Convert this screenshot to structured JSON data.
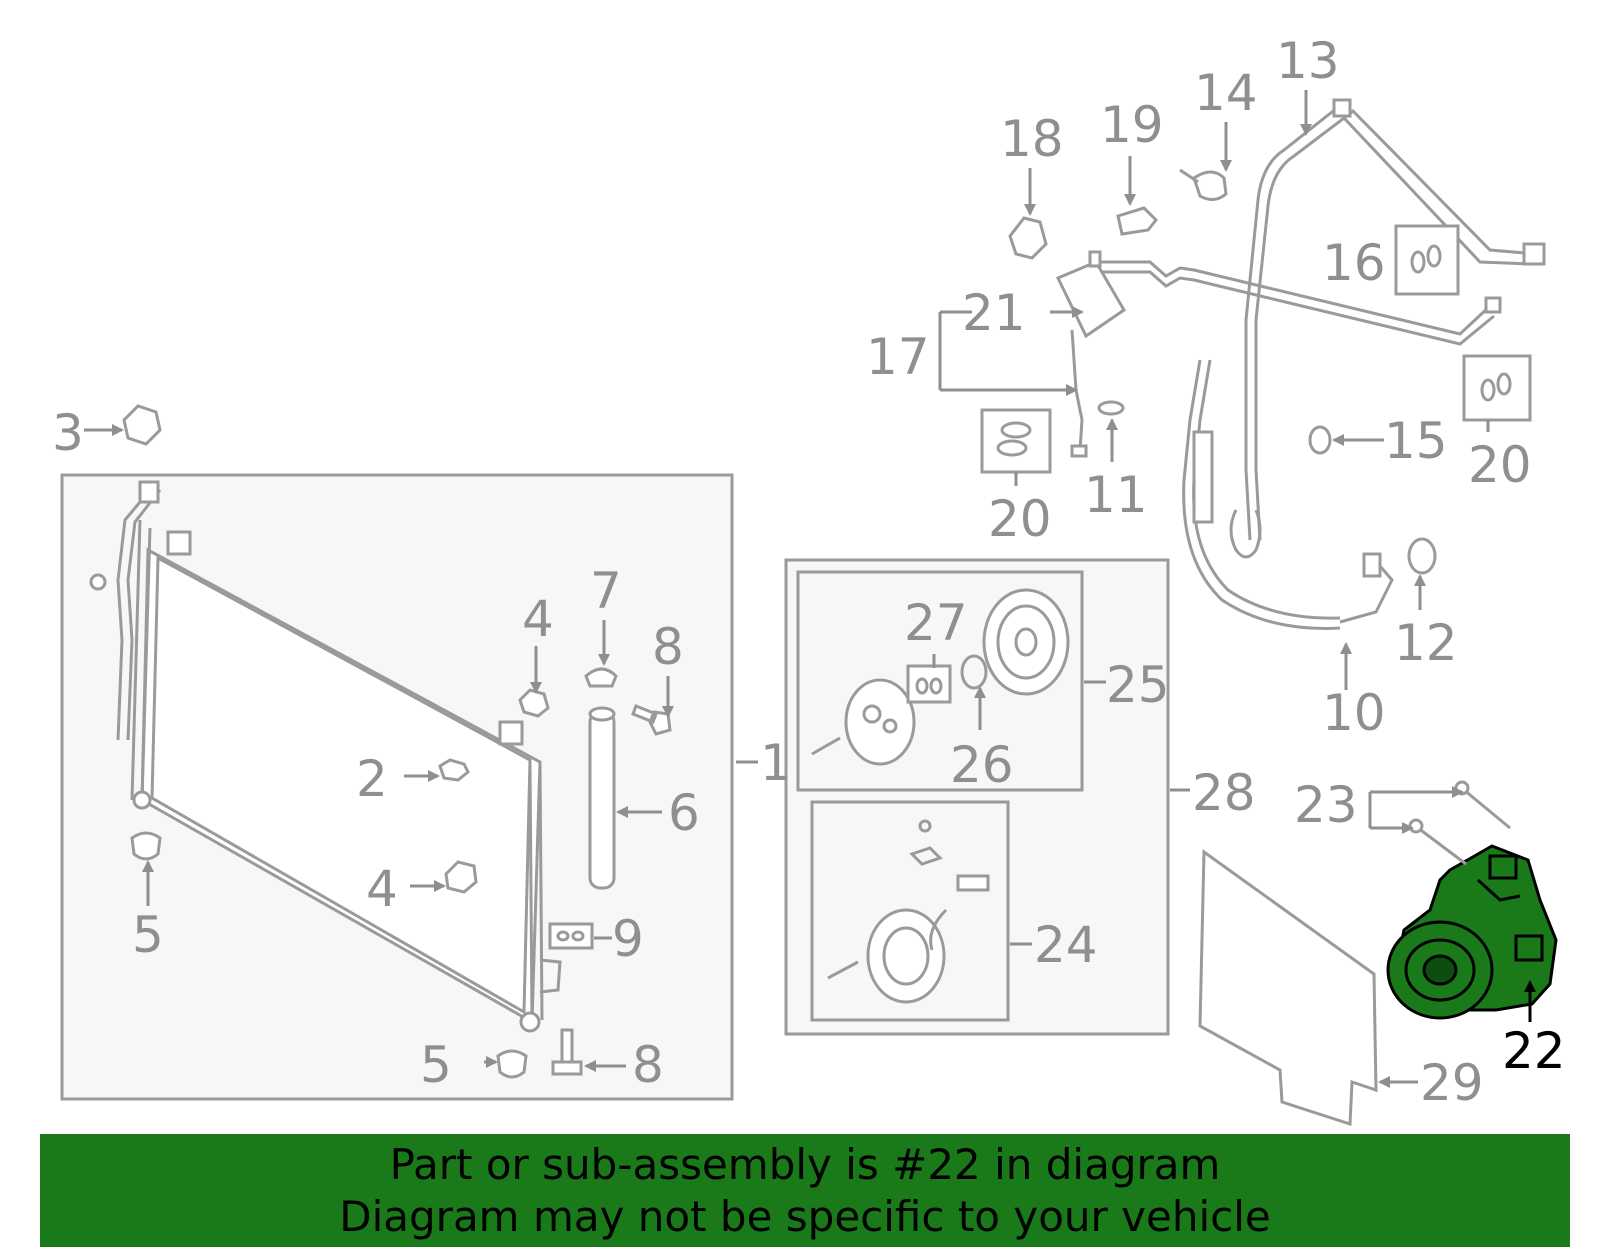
{
  "callouts": {
    "c1": "1",
    "c2": "2",
    "c3": "3",
    "c4a": "4",
    "c4b": "4",
    "c5a": "5",
    "c5b": "5",
    "c6": "6",
    "c7": "7",
    "c8a": "8",
    "c8b": "8",
    "c9": "9",
    "c10": "10",
    "c11": "11",
    "c12": "12",
    "c13": "13",
    "c14": "14",
    "c15": "15",
    "c16": "16",
    "c17": "17",
    "c18": "18",
    "c19": "19",
    "c20a": "20",
    "c20b": "20",
    "c21": "21",
    "c22": "22",
    "c23": "23",
    "c24": "24",
    "c25": "25",
    "c26": "26",
    "c27": "27",
    "c28": "28",
    "c29": "29"
  },
  "highlight": {
    "part_number": "22",
    "color": "#1a7a1a"
  },
  "banner": {
    "line1": "Part or sub-assembly is #22 in diagram",
    "line2": "Diagram may not be specific to your vehicle",
    "bg": "#1a7a1a"
  },
  "colors": {
    "line": "#9a9a9a",
    "label": "#8f8f8f",
    "panel": "#f7f7f7"
  }
}
